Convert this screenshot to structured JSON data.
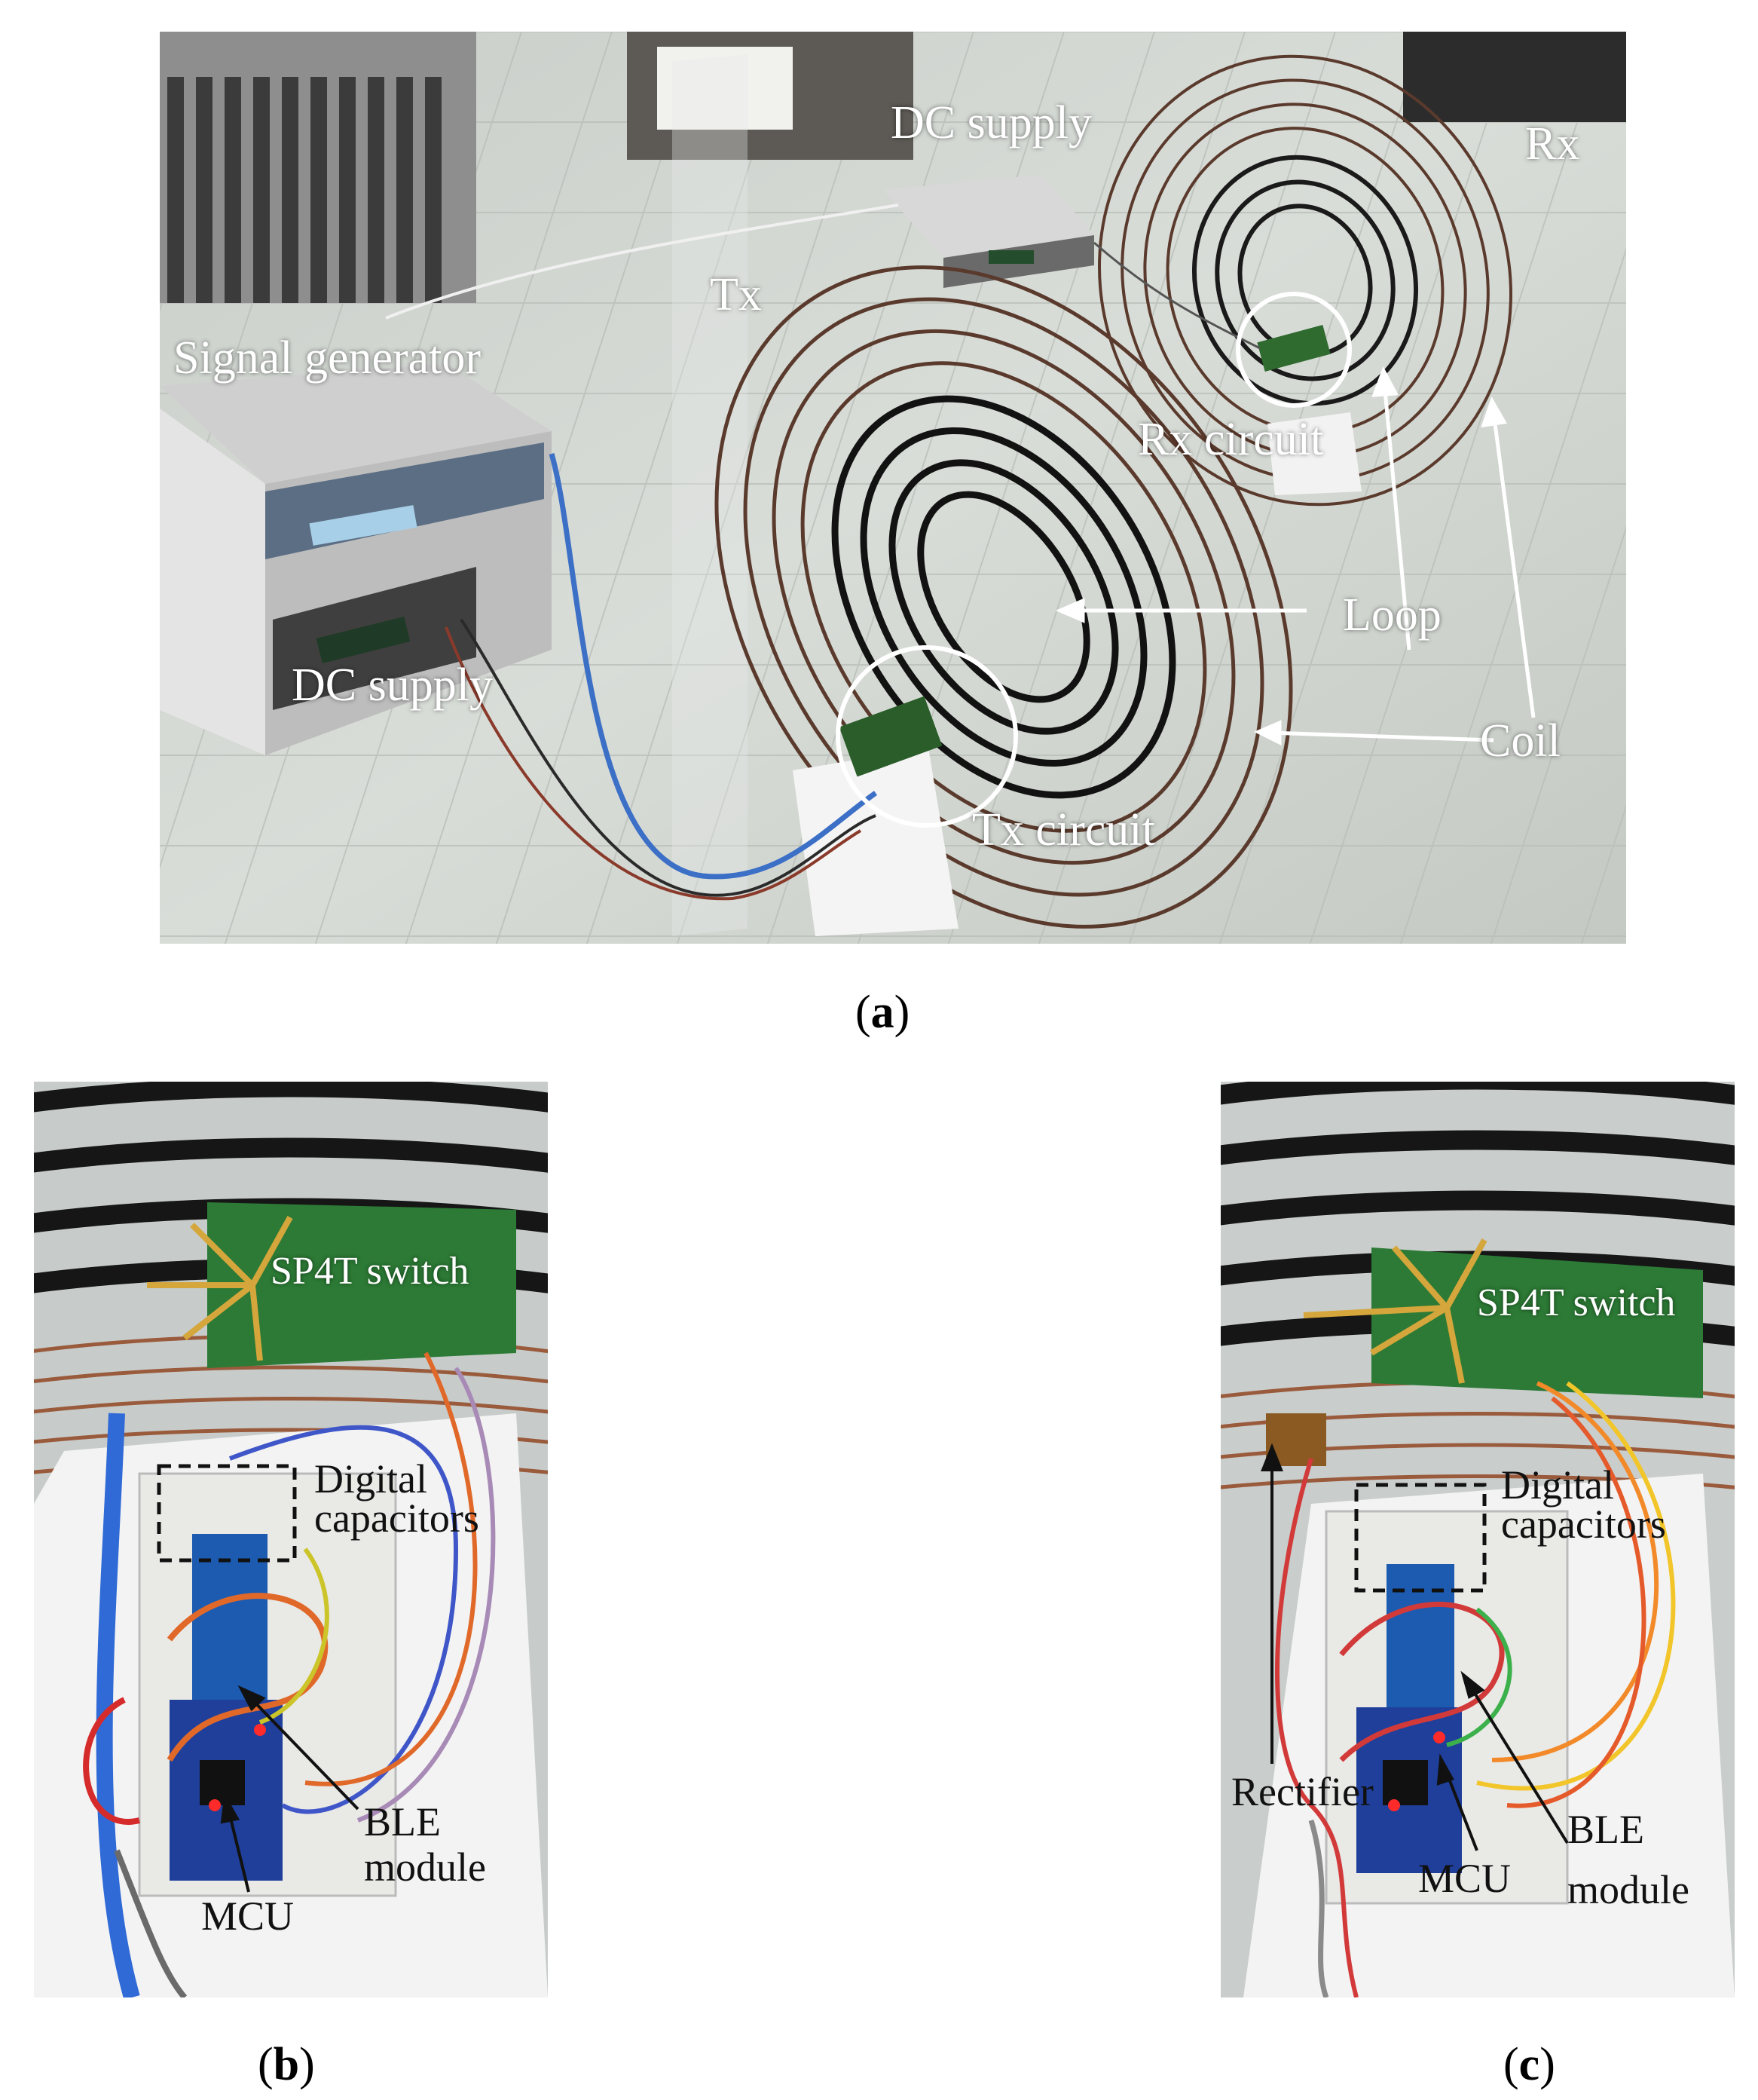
{
  "panel_a": {
    "caption_letter": "a",
    "labels": {
      "dc_supply_top": "DC supply",
      "rx": "Rx",
      "tx": "Tx",
      "signal_generator": "Signal generator",
      "rx_circuit": "Rx circuit",
      "loop": "Loop",
      "dc_supply_bottom": "DC supply",
      "coil": "Coil",
      "tx_circuit": "Tx circuit"
    }
  },
  "panel_b": {
    "caption_letter": "b",
    "labels": {
      "sp4t_switch": "SP4T switch",
      "digital": "Digital",
      "capacitors": "capacitors",
      "ble": "BLE",
      "module": "module",
      "mcu": "MCU"
    }
  },
  "panel_c": {
    "caption_letter": "c",
    "labels": {
      "sp4t_switch": "SP4T switch",
      "digital": "Digital",
      "capacitors": "capacitors",
      "rectifier": "Rectifier",
      "mcu": "MCU",
      "ble": "BLE",
      "module": "module"
    }
  }
}
